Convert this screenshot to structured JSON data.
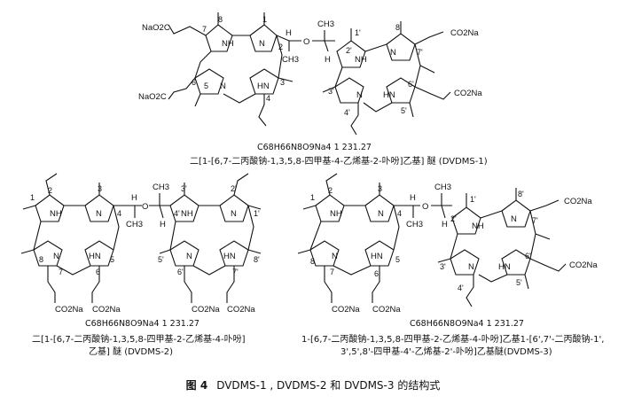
{
  "structures": [
    {
      "id": "DVDMS-1",
      "formula": "C68H66N8O9Na4  1 231.27",
      "name_lines": [
        "二[1-[6,7-二丙酸钠-1,3,5,8-四甲基-4-乙烯基-2-卟吩]乙基] 醚 (DVDMS-1)"
      ],
      "substituents": {
        "left_top": "NaO2C",
        "left_bottom": "NaO2C",
        "right_top": "CO2Na",
        "right_bottom": "CO2Na",
        "linker_H_left": "H",
        "linker_H_right": "H",
        "linker_O": "O",
        "methyl_left": "CH3",
        "methyl_right": "CH3"
      }
    },
    {
      "id": "DVDMS-2",
      "formula": "C68H66N8O9Na4  1 231.27",
      "name_lines": [
        "二[1-[6,7-二丙酸钠-1,3,5,8-四甲基-2-乙烯基-4-卟吩]",
        "乙基] 醚 (DVDMS-2)"
      ],
      "substituents": {
        "bottom_1": "CO2Na",
        "bottom_2": "CO2Na",
        "bottom_3": "CO2Na",
        "bottom_4": "CO2Na",
        "linker_H_left": "H",
        "linker_H_right": "H",
        "linker_O": "O",
        "methyl_left": "CH3",
        "methyl_right": "CH3"
      }
    },
    {
      "id": "DVDMS-3",
      "formula": "C68H66N8O9Na4  1 231.27",
      "name_lines": [
        "1-[6,7-二丙酸钠-1,3,5,8-四甲基-2-乙烯基-4-卟吩]乙基1-[6',7'-二丙酸钠-1',",
        "3',5',8'-四甲基-4'-乙烯基-2'-卟吩]乙基醚(DVDMS-3)"
      ],
      "substituents": {
        "bottom_1": "CO2Na",
        "bottom_2": "CO2Na",
        "right_top": "CO2Na",
        "right_bottom": "CO2Na",
        "linker_H_left": "H",
        "linker_H_right": "H",
        "linker_O": "O",
        "methyl_left": "CH3",
        "methyl_right": "CH3"
      }
    }
  ],
  "atom_labels": {
    "NH": "NH",
    "HN": "HN",
    "N": "N"
  },
  "figure_caption": {
    "label": "图 4",
    "text": "DVDMS-1 , DVDMS-2 和 DVDMS-3 的结构式"
  }
}
